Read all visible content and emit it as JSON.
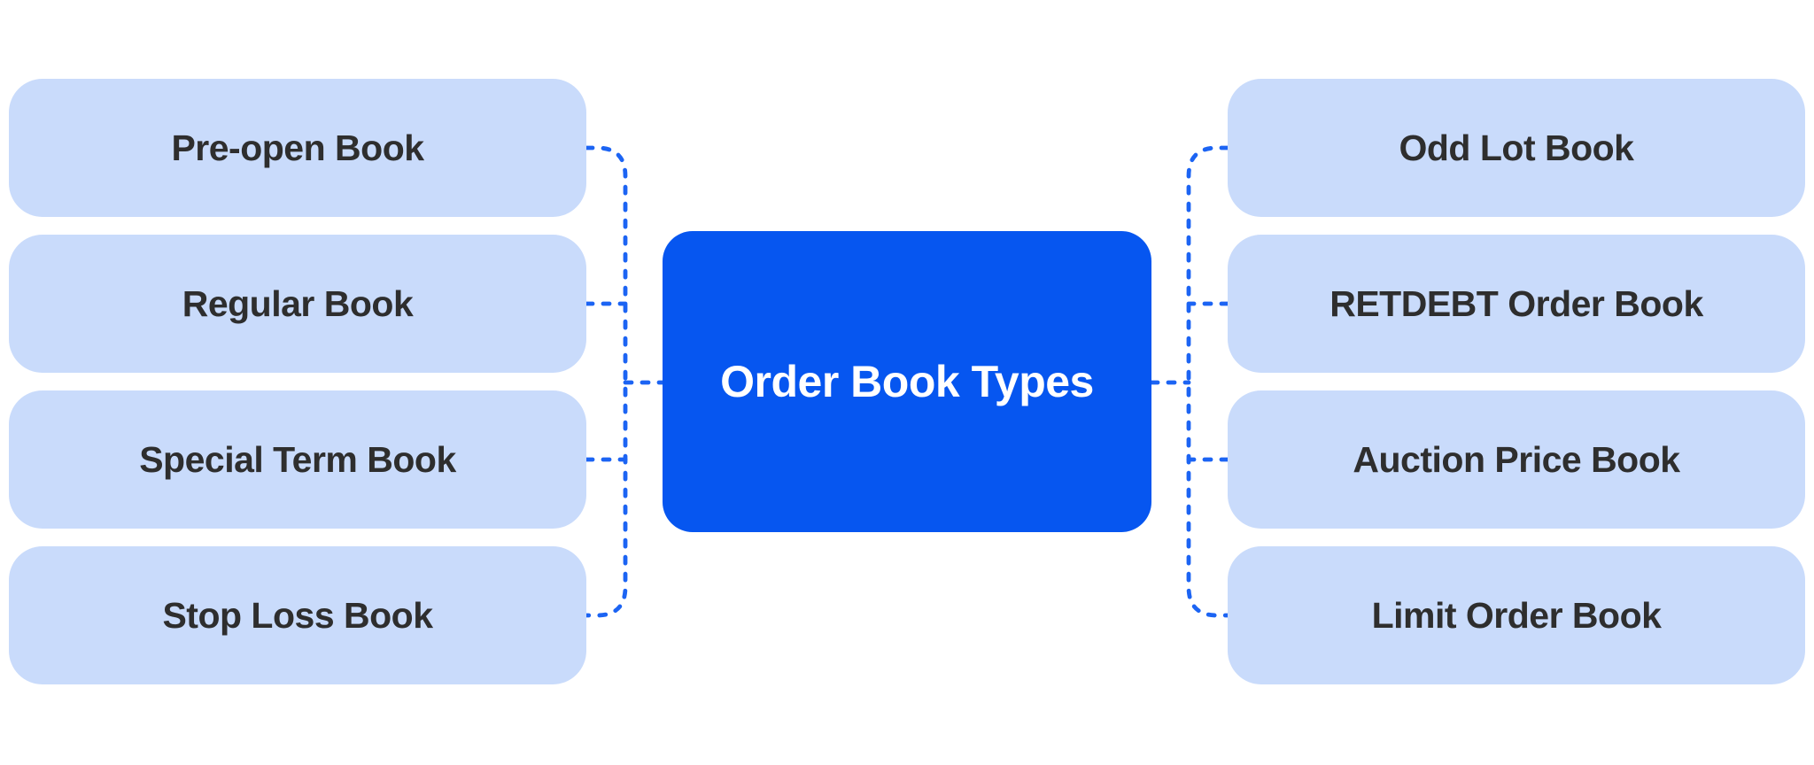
{
  "diagram": {
    "center": {
      "label": "Order Book Types"
    },
    "left": {
      "items": [
        {
          "label": "Pre-open Book"
        },
        {
          "label": "Regular Book"
        },
        {
          "label": "Special Term Book"
        },
        {
          "label": "Stop Loss Book"
        }
      ]
    },
    "right": {
      "items": [
        {
          "label": "Odd Lot Book"
        },
        {
          "label": "RETDEBT Order Book"
        },
        {
          "label": "Auction Price Book"
        },
        {
          "label": "Limit Order Book"
        }
      ]
    }
  },
  "colors": {
    "background": "#ffffff",
    "branch_fill": "#c9dbfb",
    "center_fill": "#0656f0",
    "connector": "#1c64f3",
    "branch_text": "#2e2e2e",
    "center_text": "#ffffff"
  }
}
